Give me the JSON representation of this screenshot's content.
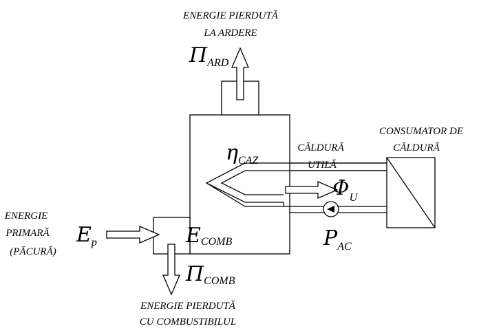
{
  "labels": {
    "loss_combustion_line1": "ENERGIE PIERDUTĂ",
    "loss_combustion_line2": "LA ARDERE",
    "loss_combustion_symbol": "Π",
    "loss_combustion_sub": "ARD",
    "consumer_line1": "CONSUMATOR DE",
    "consumer_line2": "CĂLDURĂ",
    "useful_heat_line1": "CĂLDURĂ",
    "useful_heat_line2": "UTILĂ",
    "boiler_eff_symbol": "η",
    "boiler_eff_sub": "CAZ",
    "useful_flux_symbol": "Φ",
    "useful_flux_sub": "U",
    "pump_power_symbol": "P",
    "pump_power_sub": "AC",
    "primary_line1": "ENERGIE",
    "primary_line2": "PRIMARĂ",
    "primary_line3": "(PĂCURĂ)",
    "primary_symbol": "E",
    "primary_sub": "p",
    "fuel_energy_symbol": "E",
    "fuel_energy_sub": "COMB",
    "loss_fuel_symbol": "Π",
    "loss_fuel_sub": "COMB",
    "loss_fuel_line1": "ENERGIE PIERDUTĂ",
    "loss_fuel_line2": "CU COMBUSTIBILUL"
  }
}
